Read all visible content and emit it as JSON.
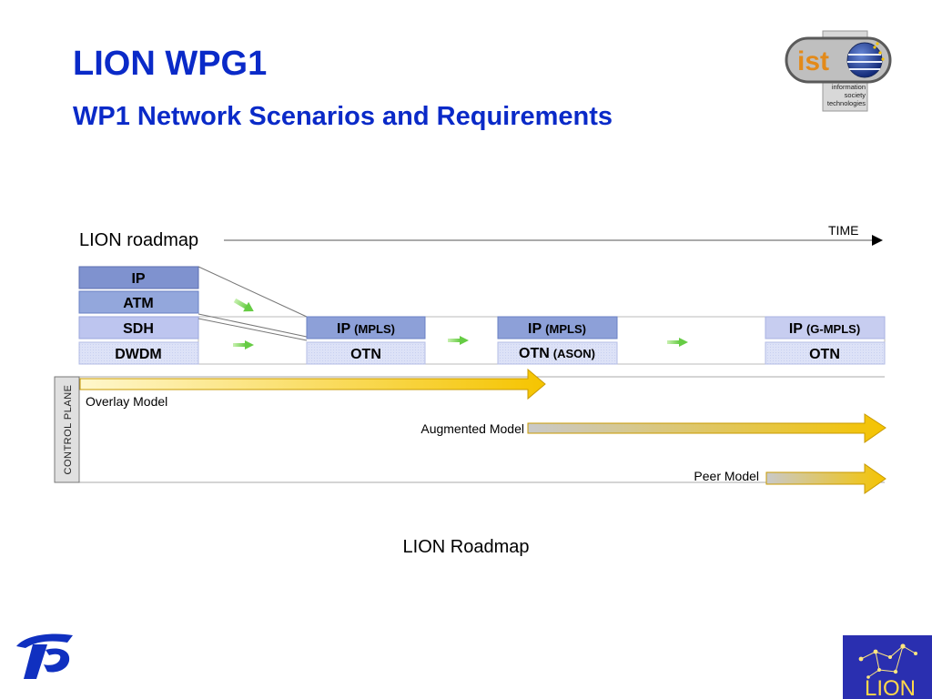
{
  "header": {
    "title": "LION WPG1",
    "subtitle": "WP1 Network Scenarios and Requirements"
  },
  "ist_logo": {
    "word": "ist",
    "lines": [
      "information",
      "society",
      "technologies"
    ]
  },
  "roadmap": {
    "title": "LION roadmap",
    "time_label": "TIME",
    "stage1": [
      "IP",
      "ATM",
      "SDH",
      "DWDM"
    ],
    "stage2": {
      "top": "IP",
      "top_suffix": "(MPLS)",
      "bottom": "OTN",
      "bottom_suffix": ""
    },
    "stage3": {
      "top": "IP",
      "top_suffix": "(MPLS)",
      "bottom": "OTN",
      "bottom_suffix": "(ASON)"
    },
    "stage4": {
      "top": "IP",
      "top_suffix": "(G-MPLS)",
      "bottom": "OTN",
      "bottom_suffix": ""
    },
    "control_plane_label": "CONTROL PLANE",
    "models": [
      "Overlay Model",
      "Augmented Model",
      "Peer Model"
    ]
  },
  "caption": "LION Roadmap",
  "lion_logo": {
    "text": "LION"
  },
  "colors": {
    "title": "#0a2ac8",
    "ip_box": "#7f92cf",
    "atm_box": "#93a7dc",
    "sdh_box": "#bdc5ef",
    "dwdm_box": "#dde2f7",
    "arrow_gold": "#f5c400",
    "arrow_grey": "#c8c8c8",
    "green_arrow": "#77dd55"
  }
}
